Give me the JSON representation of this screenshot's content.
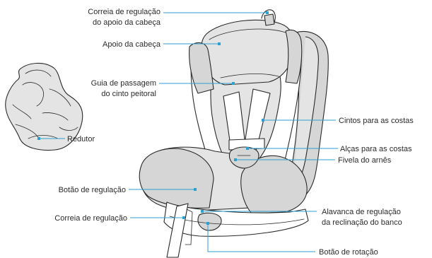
{
  "colors": {
    "accent": "#2f9fd0",
    "text": "#2b2b2b",
    "seat_fill": "#e4e4e4",
    "seat_fill_dark": "#d6d6d6",
    "outline": "#2a2a2a"
  },
  "labels": {
    "correia_apoio_l1": "Correia de regulação",
    "correia_apoio_l2": "do apoio da cabeça",
    "apoio_cabeca": "Apoio da cabeça",
    "guia_l1": "Guia de passagem",
    "guia_l2": "do cinto peitoral",
    "redutor": "Redutor",
    "cintos_costas": "Cintos para as costas",
    "alcas_costas": "Alças para as costas",
    "fivela": "Fivela do arnês",
    "botao_regulacao": "Botão de regulação",
    "correia_regulacao": "Correia de regulação",
    "alavanca_l1": "Alavanca de regulação",
    "alavanca_l2": "da reclinação do banco",
    "botao_rotacao": "Botão de rotação"
  }
}
